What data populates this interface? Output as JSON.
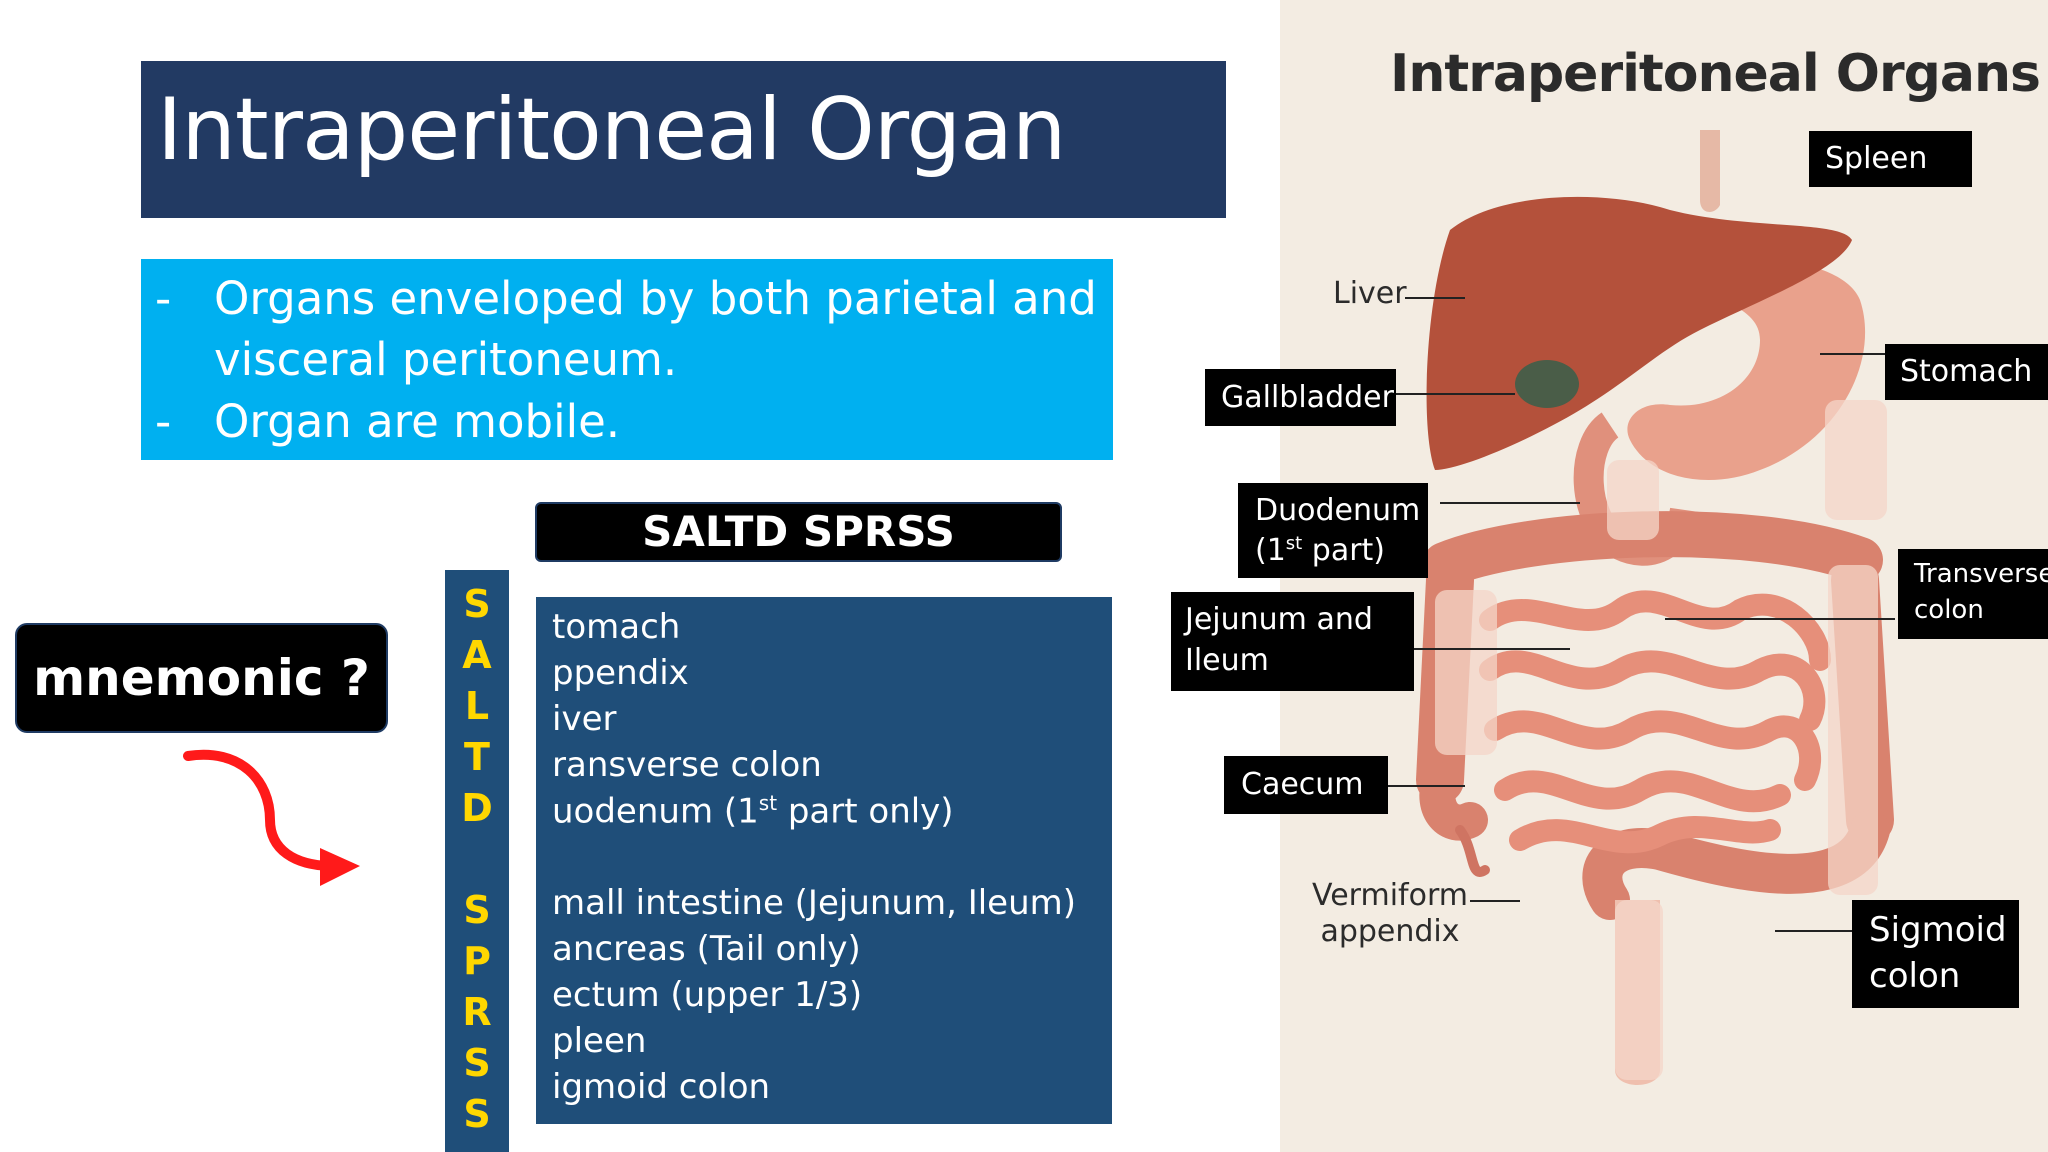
{
  "title": "Intraperitoneal Organ",
  "definition": {
    "line1": "Organs enveloped by both parietal and",
    "line2": "visceral peritoneum.",
    "line3": "Organ are mobile."
  },
  "mnemonic_header": "SALTD SPRSS",
  "letters": [
    "S",
    "A",
    "L",
    "T",
    "D",
    "S",
    "P",
    "R",
    "S",
    "S"
  ],
  "items": {
    "i1": "tomach",
    "i2": "ppendix",
    "i3": "iver",
    "i4": "ransverse colon",
    "i5a": "uodenum (1",
    "i5sup": "st",
    "i5b": " part only)",
    "i6": "mall intestine (Jejunum, Ileum)",
    "i7": "ancreas (Tail only)",
    "i8": "ectum (upper 1/3)",
    "i9": "pleen",
    "i10": "igmoid colon"
  },
  "mnemonic_button": "mnemonic ?",
  "diagram": {
    "title": "Intraperitoneal Organs",
    "spleen": "Spleen",
    "liver": "Liver",
    "stomach": "Stomach",
    "gallbladder": "Gallbladder",
    "duodenum_l1": "Duodenum",
    "duodenum_l2a": "(1",
    "duodenum_sup": "st",
    "duodenum_l2b": " part)",
    "transverse_l1": "Transverse",
    "transverse_l2": "colon",
    "jejunum_l1": "Jejunum and",
    "jejunum_l2": "Ileum",
    "caecum": "Caecum",
    "appendix_l1": "Vermiform",
    "appendix_l2": "appendix",
    "sigmoid_l1": "Sigmoid",
    "sigmoid_l2": "colon"
  },
  "colors": {
    "title_bg": "#223a63",
    "definition_bg": "#00b0f0",
    "list_bg": "#1f4e79",
    "letter_color": "#ffd700",
    "arrow_color": "#ff1a1a",
    "panel_bg": "#f3ece2"
  }
}
